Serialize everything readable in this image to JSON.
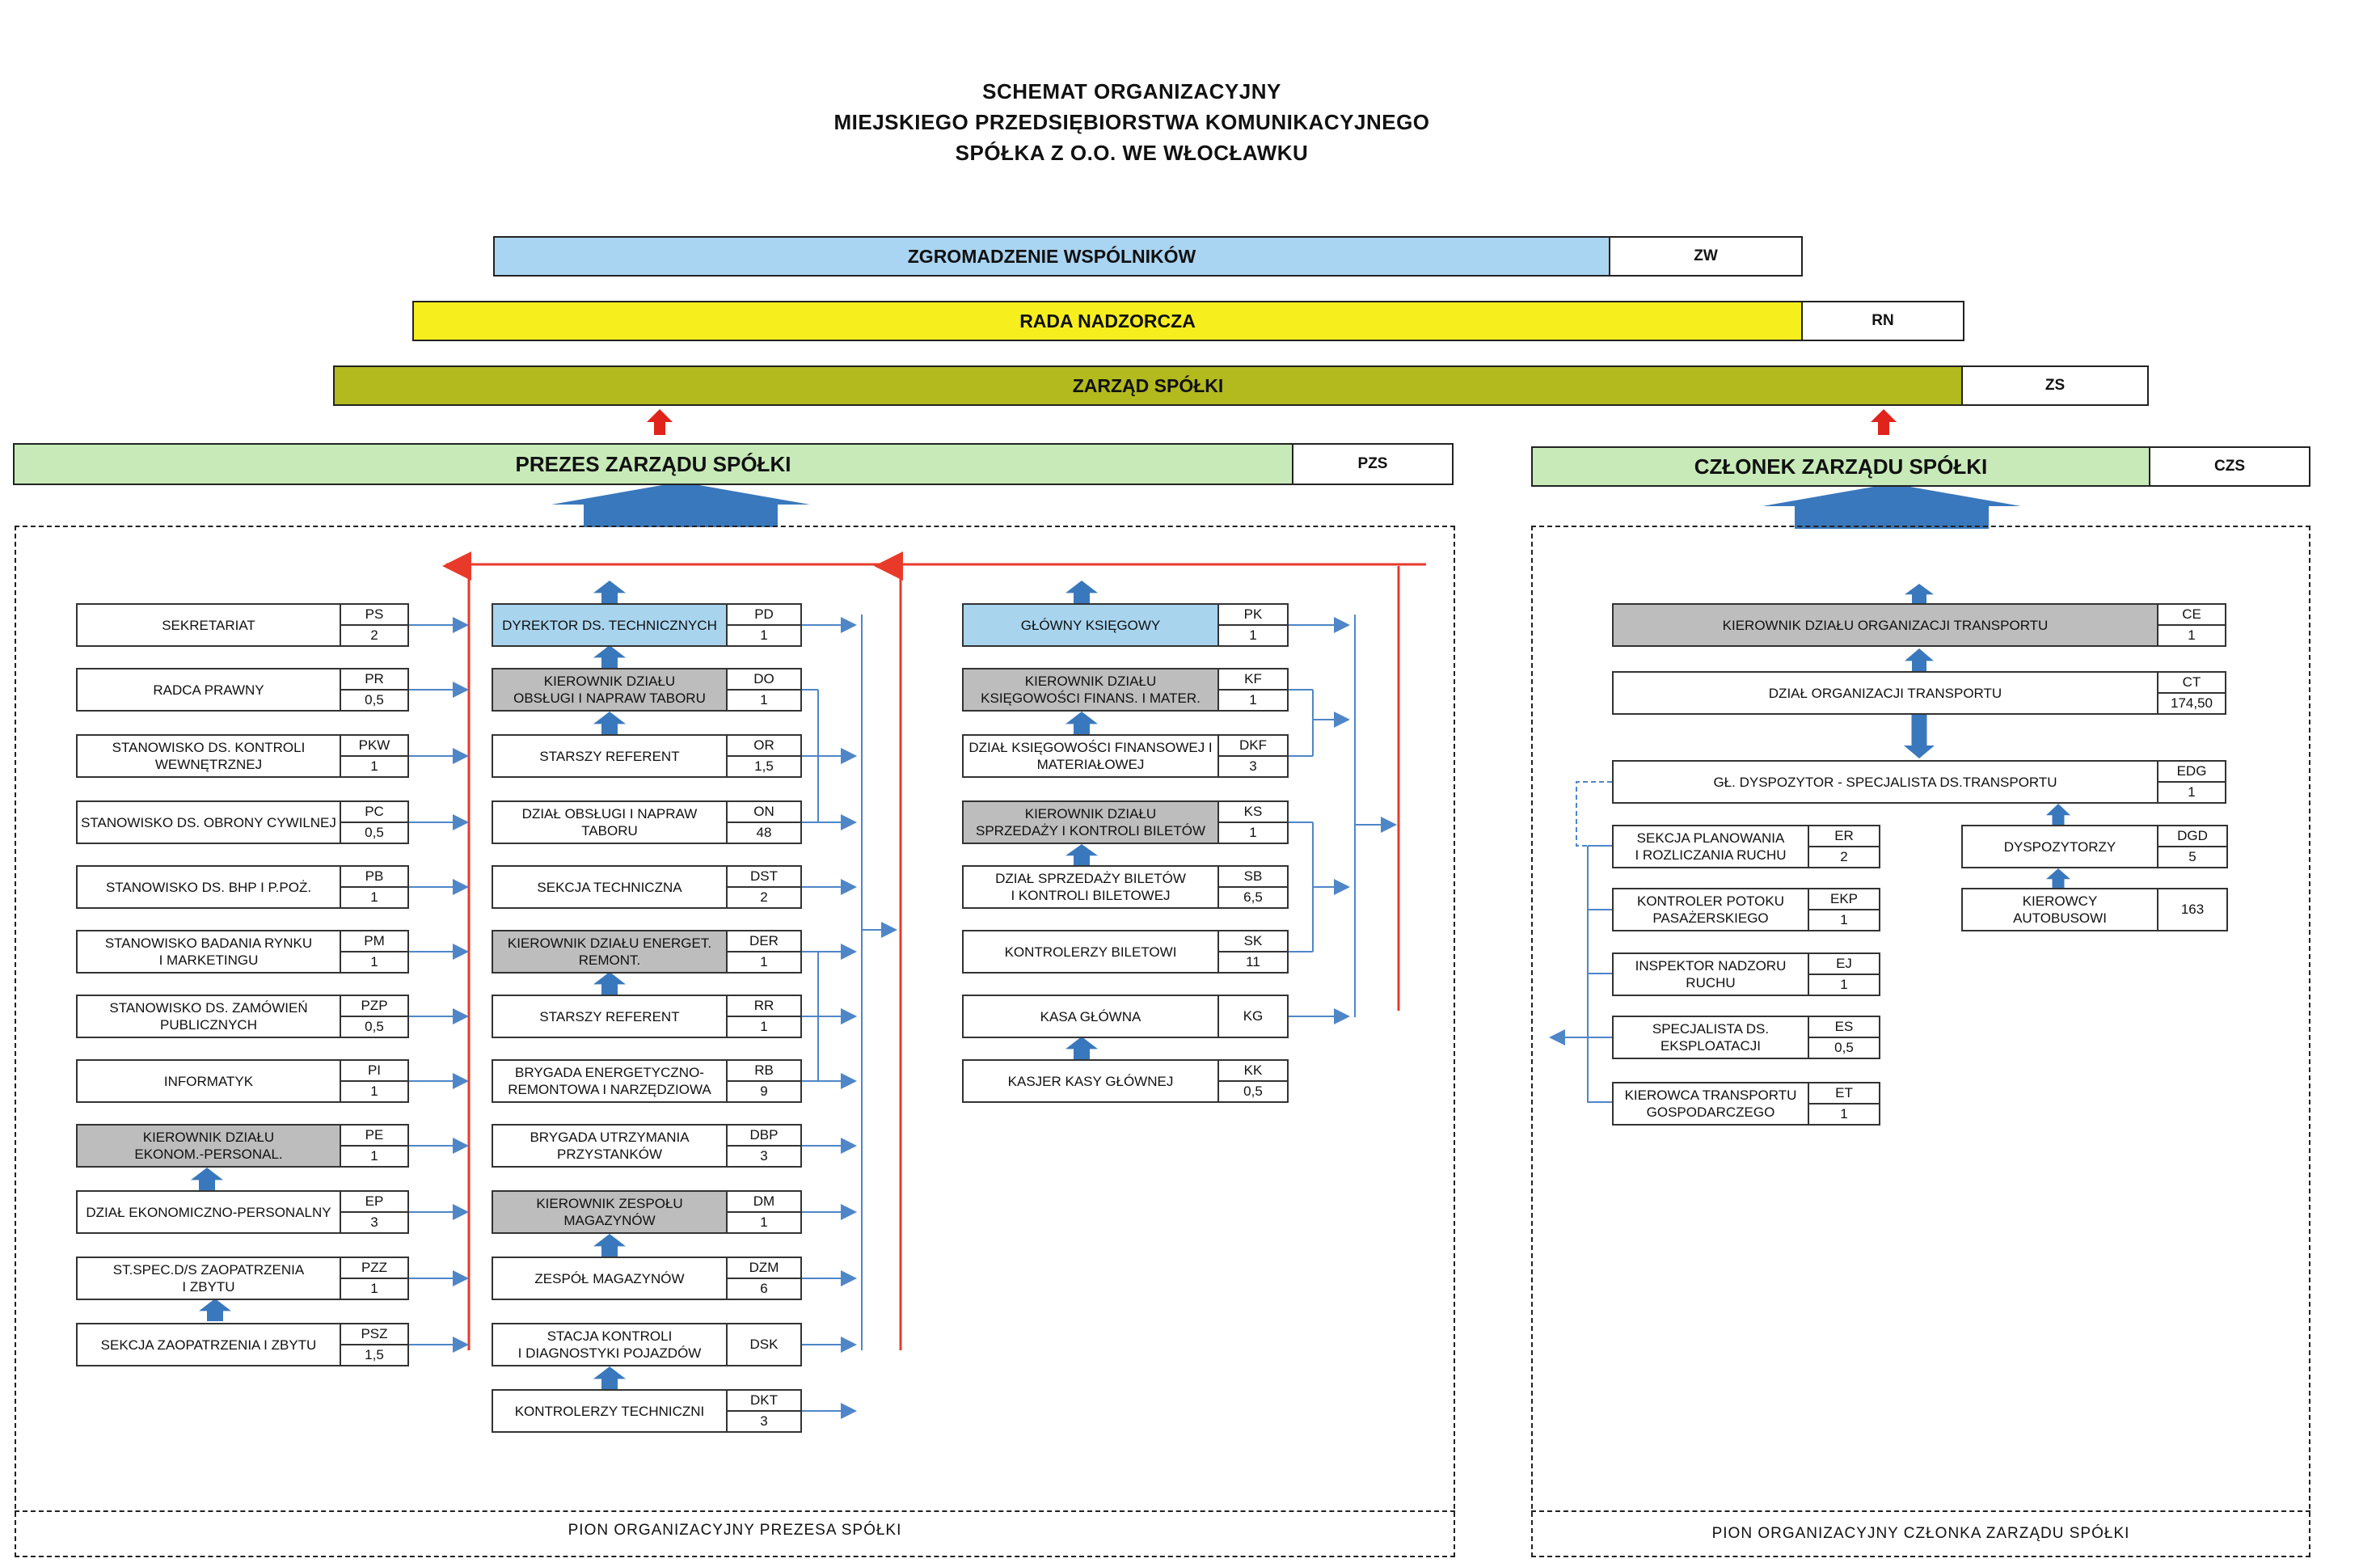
{
  "title": {
    "line1": "SCHEMAT ORGANIZACYJNY",
    "line2": "MIEJSKIEGO PRZEDSIĘBIORSTWA KOMUNIKACYJNEGO",
    "line3": "SPÓŁKA Z O.O. WE WŁOCŁAWKU"
  },
  "top": {
    "zw": {
      "name": "ZGROMADZENIE  WSPÓLNIKÓW",
      "code": "ZW"
    },
    "rn": {
      "name": "RADA  NADZORCZA",
      "code": "RN"
    },
    "zs": {
      "name": "ZARZĄD  SPÓŁKI",
      "code": "ZS"
    },
    "pzs": {
      "name": "PREZES ZARZĄDU SPÓŁKI",
      "code": "PZS"
    },
    "czs": {
      "name": "CZŁONEK ZARZĄDU SPÓŁKI",
      "code": "CZS"
    }
  },
  "colors": {
    "zw": "#a9d4f2",
    "rn": "#f7ee1e",
    "zs": "#b3ba1d",
    "pzs": "#c7eab8",
    "czs": "#c7eab8",
    "arrow_blue": "#3a78bd",
    "arrow_red": "#e0241b",
    "wire_blue": "#4f86c8",
    "wire_red": "#e83a2a"
  },
  "left_column": [
    {
      "name": "SEKRETARIAT",
      "code": "PS",
      "count": "2"
    },
    {
      "name": "RADCA PRAWNY",
      "code": "PR",
      "count": "0,5"
    },
    {
      "name": "STANOWISKO DS. KONTROLI\nWEWNĘTRZNEJ",
      "code": "PKW",
      "count": "1"
    },
    {
      "name": "STANOWISKO DS. OBRONY CYWILNEJ",
      "code": "PC",
      "count": "0,5"
    },
    {
      "name": "STANOWISKO DS. BHP I P.POŻ.",
      "code": "PB",
      "count": "1"
    },
    {
      "name": "STANOWISKO BADANIA RYNKU\nI MARKETINGU",
      "code": "PM",
      "count": "1"
    },
    {
      "name": "STANOWISKO DS. ZAMÓWIEŃ\nPUBLICZNYCH",
      "code": "PZP",
      "count": "0,5"
    },
    {
      "name": "INFORMATYK",
      "code": "PI",
      "count": "1"
    },
    {
      "name": "KIEROWNIK DZIAŁU\nEKONOM.-PERSONAL.",
      "code": "PE",
      "count": "1"
    },
    {
      "name": "DZIAŁ EKONOMICZNO-PERSONALNY",
      "code": "EP",
      "count": "3"
    },
    {
      "name": "ST.SPEC.D/S ZAOPATRZENIA\nI ZBYTU",
      "code": "PZZ",
      "count": "1"
    },
    {
      "name": "SEKCJA ZAOPATRZENIA I ZBYTU",
      "code": "PSZ",
      "count": "1,5"
    }
  ],
  "tech_column": [
    {
      "name": "DYREKTOR DS. TECHNICZNYCH",
      "code": "PD",
      "count": "1"
    },
    {
      "name": "KIEROWNIK DZIAŁU\nOBSŁUGI I NAPRAW TABORU",
      "code": "DO",
      "count": "1"
    },
    {
      "name": "STARSZY REFERENT",
      "code": "OR",
      "count": "1,5"
    },
    {
      "name": "DZIAŁ OBSŁUGI I NAPRAW\nTABORU",
      "code": "ON",
      "count": "48"
    },
    {
      "name": "SEKCJA TECHNICZNA",
      "code": "DST",
      "count": "2"
    },
    {
      "name": "KIEROWNIK DZIAŁU        ENERGET.\nREMONT.",
      "code": "DER",
      "count": "1"
    },
    {
      "name": "STARSZY REFERENT",
      "code": "RR",
      "count": "1"
    },
    {
      "name": "BRYGADA ENERGETYCZNO-\nREMONTOWA I NARZĘDZIOWA",
      "code": "RB",
      "count": "9"
    },
    {
      "name": "BRYGADA UTRZYMANIA\nPRZYSTANKÓW",
      "code": "DBP",
      "count": "3"
    },
    {
      "name": "KIEROWNIK ZESPOŁU\nMAGAZYNÓW",
      "code": "DM",
      "count": "1"
    },
    {
      "name": "ZESPÓŁ MAGAZYNÓW",
      "code": "DZM",
      "count": "6"
    },
    {
      "name": "STACJA KONTROLI\nI DIAGNOSTYKI POJAZDÓW",
      "code": "DSK",
      "count": ""
    },
    {
      "name": "KONTROLERZY TECHNICZNI",
      "code": "DKT",
      "count": "3"
    }
  ],
  "finance_column": [
    {
      "name": "GŁÓWNY KSIĘGOWY",
      "code": "PK",
      "count": "1"
    },
    {
      "name": "KIEROWNIK DZIAŁU\nKSIĘGOWOŚCI FINANS. I MATER.",
      "code": "KF",
      "count": "1"
    },
    {
      "name": "DZIAŁ KSIĘGOWOŚCI FINANSOWEJ I\nMATERIAŁOWEJ",
      "code": "DKF",
      "count": "3"
    },
    {
      "name": "KIEROWNIK DZIAŁU\nSPRZEDAŻY I KONTROLI BILETÓW",
      "code": "KS",
      "count": "1"
    },
    {
      "name": "DZIAŁ SPRZEDAŻY BILETÓW\nI KONTROLI BILETOWEJ",
      "code": "SB",
      "count": "6,5"
    },
    {
      "name": "KONTROLERZY BILETOWI",
      "code": "SK",
      "count": "11"
    },
    {
      "name": "KASA GŁÓWNA",
      "code": "KG",
      "count": ""
    },
    {
      "name": "KASJER KASY GŁÓWNEJ",
      "code": "KK",
      "count": "0,5"
    }
  ],
  "transport": [
    {
      "name": "KIEROWNIK DZIAŁU ORGANIZACJI TRANSPORTU",
      "code": "CE",
      "count": "1"
    },
    {
      "name": "DZIAŁ ORGANIZACJI TRANSPORTU",
      "code": "CT",
      "count": "174,50"
    },
    {
      "name": "GŁ. DYSPOZYTOR - SPECJALISTA DS.TRANSPORTU",
      "code": "EDG",
      "count": "1"
    }
  ],
  "transport_left": [
    {
      "name": "SEKCJA PLANOWANIA\nI ROZLICZANIA RUCHU",
      "code": "ER",
      "count": "2"
    },
    {
      "name": "KONTROLER POTOKU\nPASAŻERSKIEGO",
      "code": "EKP",
      "count": "1"
    },
    {
      "name": "INSPEKTOR NADZORU\nRUCHU",
      "code": "EJ",
      "count": "1"
    },
    {
      "name": "SPECJALISTA DS.\nEKSPLOATACJI",
      "code": "ES",
      "count": "0,5"
    },
    {
      "name": "KIEROWCA TRANSPORTU\nGOSPODARCZEGO",
      "code": "ET",
      "count": "1"
    }
  ],
  "transport_right": [
    {
      "name": "DYSPOZYTORZY",
      "code": "DGD",
      "count": "5"
    },
    {
      "name": "KIEROWCY\nAUTOBUSOWI",
      "code": "163",
      "count": ""
    }
  ],
  "footer": {
    "left": "PION   ORGANIZACYJNY   PREZESA   SPÓŁKI",
    "right": "PION  ORGANIZACYJNY CZŁONKA ZARZĄDU SPÓŁKI"
  }
}
